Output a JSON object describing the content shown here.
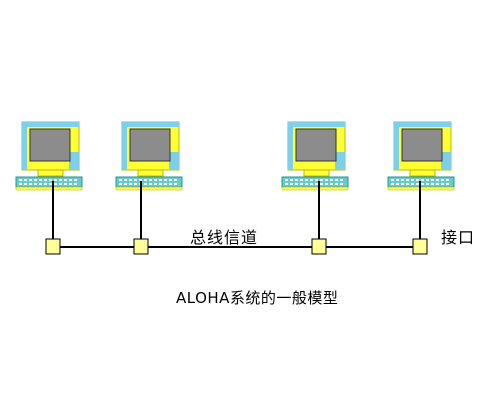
{
  "labels": {
    "bus_channel": "总线信道",
    "interface": "接口",
    "caption": "ALOHA系统的一般模型"
  },
  "nodes": [
    {
      "name": "computer-1"
    },
    {
      "name": "computer-2"
    },
    {
      "name": "computer-3"
    },
    {
      "name": "computer-4"
    }
  ],
  "colors": {
    "monitor_yellow": "#ffff33",
    "monitor_cyan": "#7ecfe8",
    "screen_gray": "#8c8c8c",
    "keyboard_cyan": "#66cccc",
    "connector_fill": "#ffff99",
    "line": "#000000"
  }
}
